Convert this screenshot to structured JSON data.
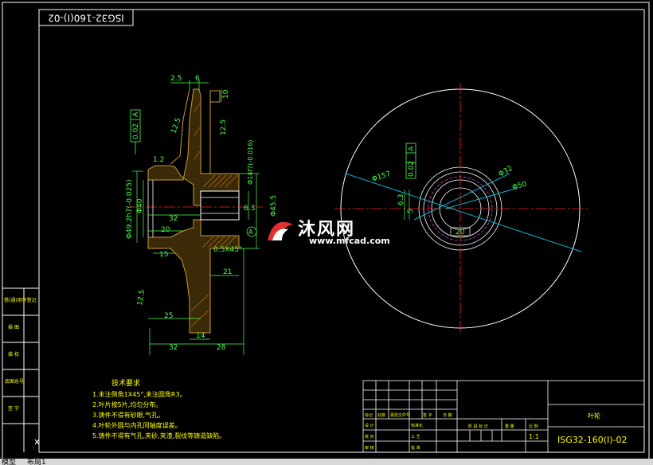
{
  "drawing": {
    "number_rotated": "ISG32-160(I)-02",
    "number": "ISG32-160(I)-02",
    "part_name": "叶轮",
    "scale": "1:1"
  },
  "dims": {
    "d_2_5": "2.5",
    "d_6": "6",
    "d_10": "10",
    "d_12_5_top": "12.5",
    "d_12_5_b": "12.5",
    "d_1_2": "1.2",
    "d_0_02": "0.02",
    "d_A": "A",
    "d_49": "Φ49.2h7(-0.025)",
    "d_40": "Φ40",
    "d_32a": "32",
    "d_20": "20",
    "d_15": "15",
    "d_14f7": "Φ14f7(-0.016)",
    "d_45_5": "Φ45.5",
    "d_6_3": "6.3",
    "d_chamfer": "0.5X45°",
    "d_21": "21",
    "d_12_5_left": "12.5",
    "d_25": "25",
    "d_14": "14",
    "d_32b": "32",
    "d_28": "28",
    "d_157": "Φ157",
    "d_0_02_r": "0.02",
    "d_A_r": "A",
    "d_32_r": "Φ32",
    "d_50": "Φ50",
    "d_6_3_r": "6.3",
    "d_20_r": "20",
    "d_5": "5"
  },
  "notes": {
    "title": "技术要求",
    "lines": [
      "1.未注倒角1X45°,未注圆角R3。",
      "2.叶片按5片,均匀分布。",
      "3.铸件不得有砂眼,气孔。",
      "4.叶轮外圆与内孔同轴度误差。",
      "5.铸件不得有气孔,夹砂,夹渣,裂纹等铸造缺陷。"
    ]
  },
  "side_table": {
    "labels": [
      "借(通)用件登记",
      "描 图",
      "描 校",
      "底图总号",
      "签 字"
    ]
  },
  "title_block": {
    "labels": [
      "标记",
      "处数",
      "更改文件号",
      "签 字",
      "日 期",
      "设 计",
      "校 对",
      "审 核",
      "工 艺",
      "批 准",
      "标准化",
      "阶 段 标 记",
      "重 量",
      "比 例"
    ]
  },
  "watermark": {
    "cn": "沐风网",
    "url": "www.mfcad.com"
  },
  "status": {
    "tab_model": "模型",
    "tab_layout": "布局1"
  },
  "colors": {
    "background": "#000000",
    "frame": "#ffffff",
    "dimension": "#4cff4c",
    "centerline": "#ff2020",
    "hatch": "#cc7a1a",
    "leader": "#00e0ff",
    "circle_inner": "#d040d0"
  }
}
